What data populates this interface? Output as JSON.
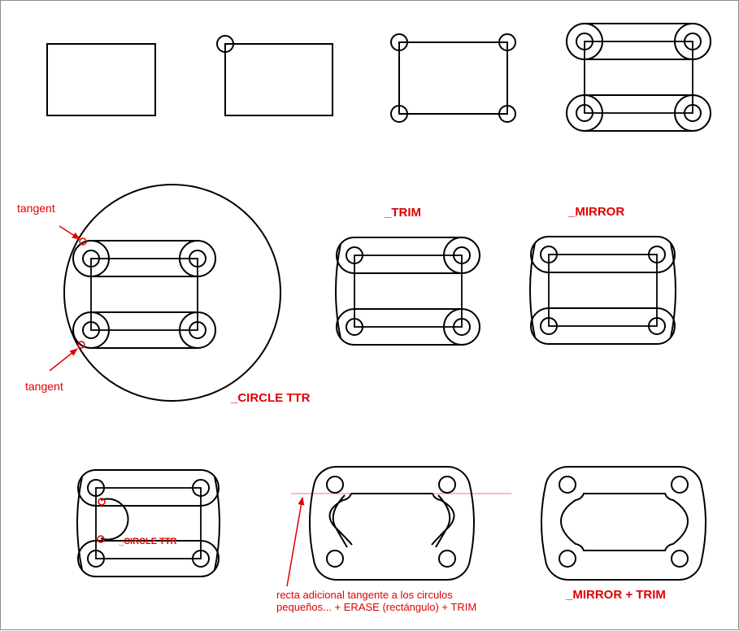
{
  "labels": {
    "tangent_top": "tangent",
    "tangent_bottom": "tangent",
    "circle_ttr": "_CIRCLE TTR",
    "trim": "_TRIM",
    "mirror": "_MIRROR",
    "circle_ttr_small": "_CIRCLE TTR",
    "note_line1": "recta adicional tangente a los circulos",
    "note_line2": "pequeños... + ERASE (rectángulo) + TRIM",
    "mirror_trim": "_MIRROR + TRIM"
  },
  "colors": {
    "line": "#000000",
    "annotation": "#e00000",
    "construction_line": "#f4a6a6",
    "frame": "#8c8c8c"
  }
}
